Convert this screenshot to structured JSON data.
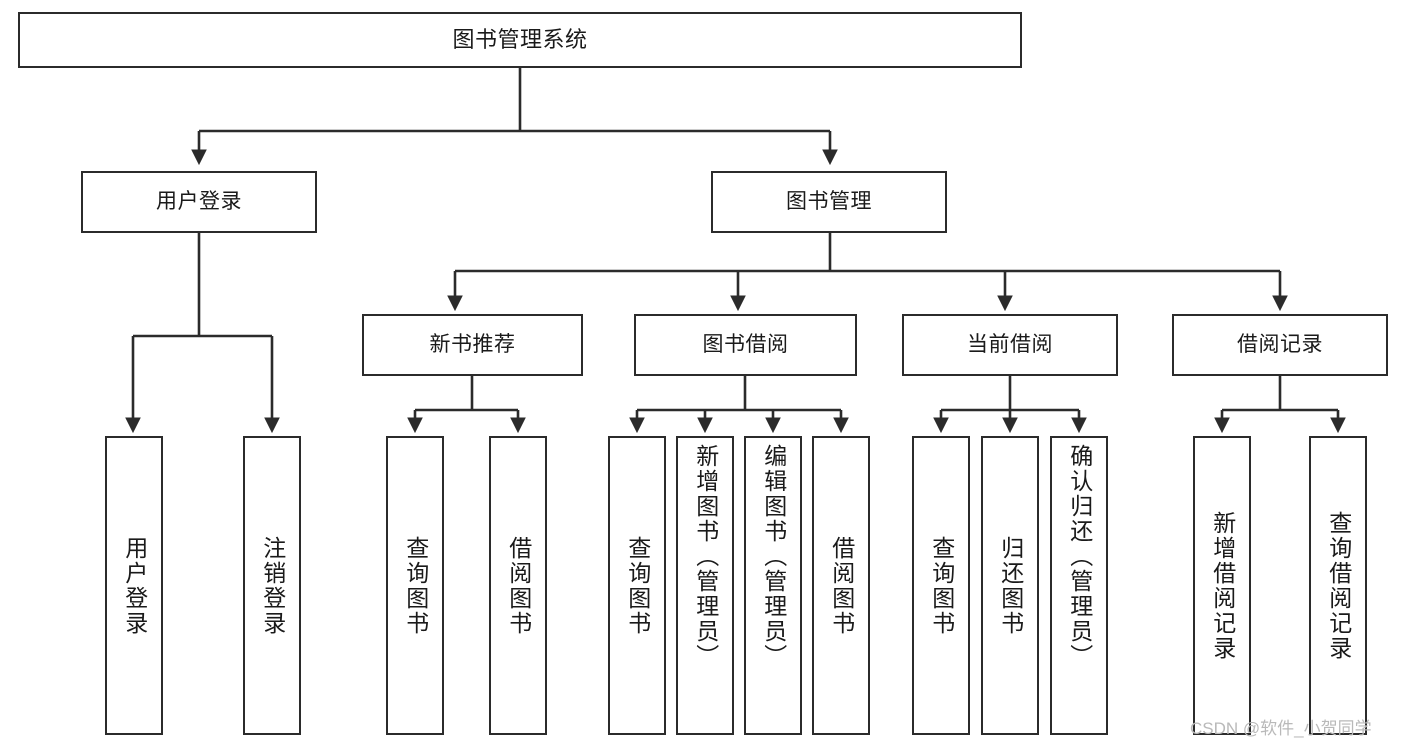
{
  "diagram": {
    "title": "图书管理系统",
    "type": "hierarchy-tree",
    "watermark": "CSDN @软件_小贺同学",
    "colors": {
      "stroke": "#2b2b2b",
      "fill": "#ffffff",
      "text": "#1a1a1a",
      "watermark": "#b9b9b9"
    }
  },
  "nodes": {
    "root": {
      "label": "图书管理系统"
    },
    "level2": [
      {
        "label": "用户登录"
      },
      {
        "label": "图书管理"
      }
    ],
    "level3": [
      {
        "label": "新书推荐"
      },
      {
        "label": "图书借阅"
      },
      {
        "label": "当前借阅"
      },
      {
        "label": "借阅记录"
      }
    ],
    "leaves": {
      "user_login": [
        {
          "label": "用户登录"
        },
        {
          "label": "注销登录"
        }
      ],
      "new_book_recommend": [
        {
          "label": "查询图书"
        },
        {
          "label": "借阅图书"
        }
      ],
      "book_borrow": [
        {
          "label": "查询图书"
        },
        {
          "label": "新增图书（管理员）"
        },
        {
          "label": "编辑图书（管理员）"
        },
        {
          "label": "借阅图书"
        }
      ],
      "current_borrow": [
        {
          "label": "查询图书"
        },
        {
          "label": "归还图书"
        },
        {
          "label": "确认归还（管理员）"
        }
      ],
      "borrow_records": [
        {
          "label": "新增借阅记录"
        },
        {
          "label": "查询借阅记录"
        }
      ]
    }
  }
}
